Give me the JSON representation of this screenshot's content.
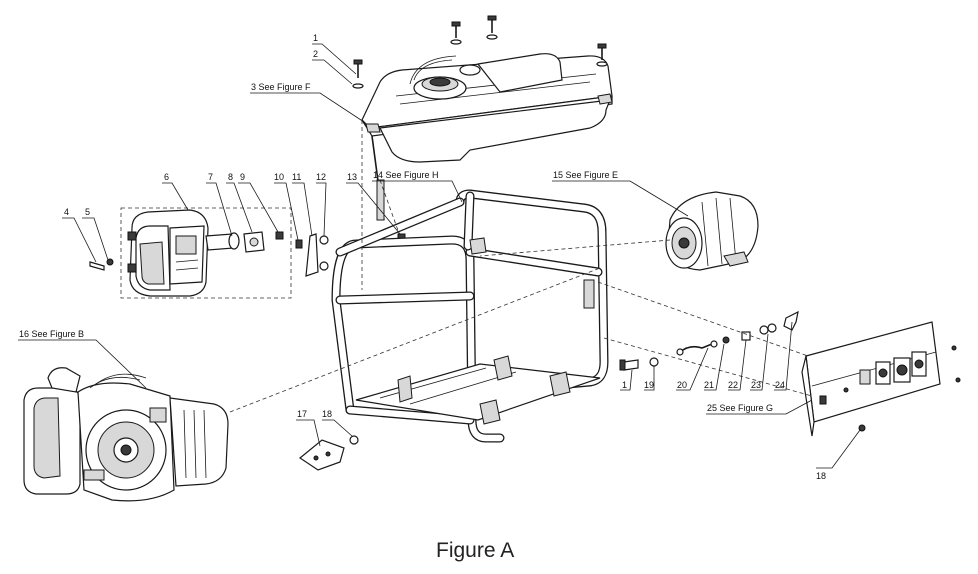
{
  "callouts": {
    "c1_top": "1",
    "c2_top": "2",
    "c3": "3 See Figure F",
    "c4": "4",
    "c5": "5",
    "c6": "6",
    "c7": "7",
    "c8": "8",
    "c9": "9",
    "c10": "10",
    "c11": "11",
    "c12": "12",
    "c13": "13",
    "c14": "14 See Figure H",
    "c15": "15 See Figure E",
    "c16": "16 See Figure B",
    "c17": "17",
    "c18_left": "18",
    "c1_right": "1",
    "c19": "19",
    "c20": "20",
    "c21": "21",
    "c22": "22",
    "c23": "23",
    "c24": "24",
    "c25": "25 See Figure G",
    "c18_right": "18"
  },
  "caption": "Figure A"
}
